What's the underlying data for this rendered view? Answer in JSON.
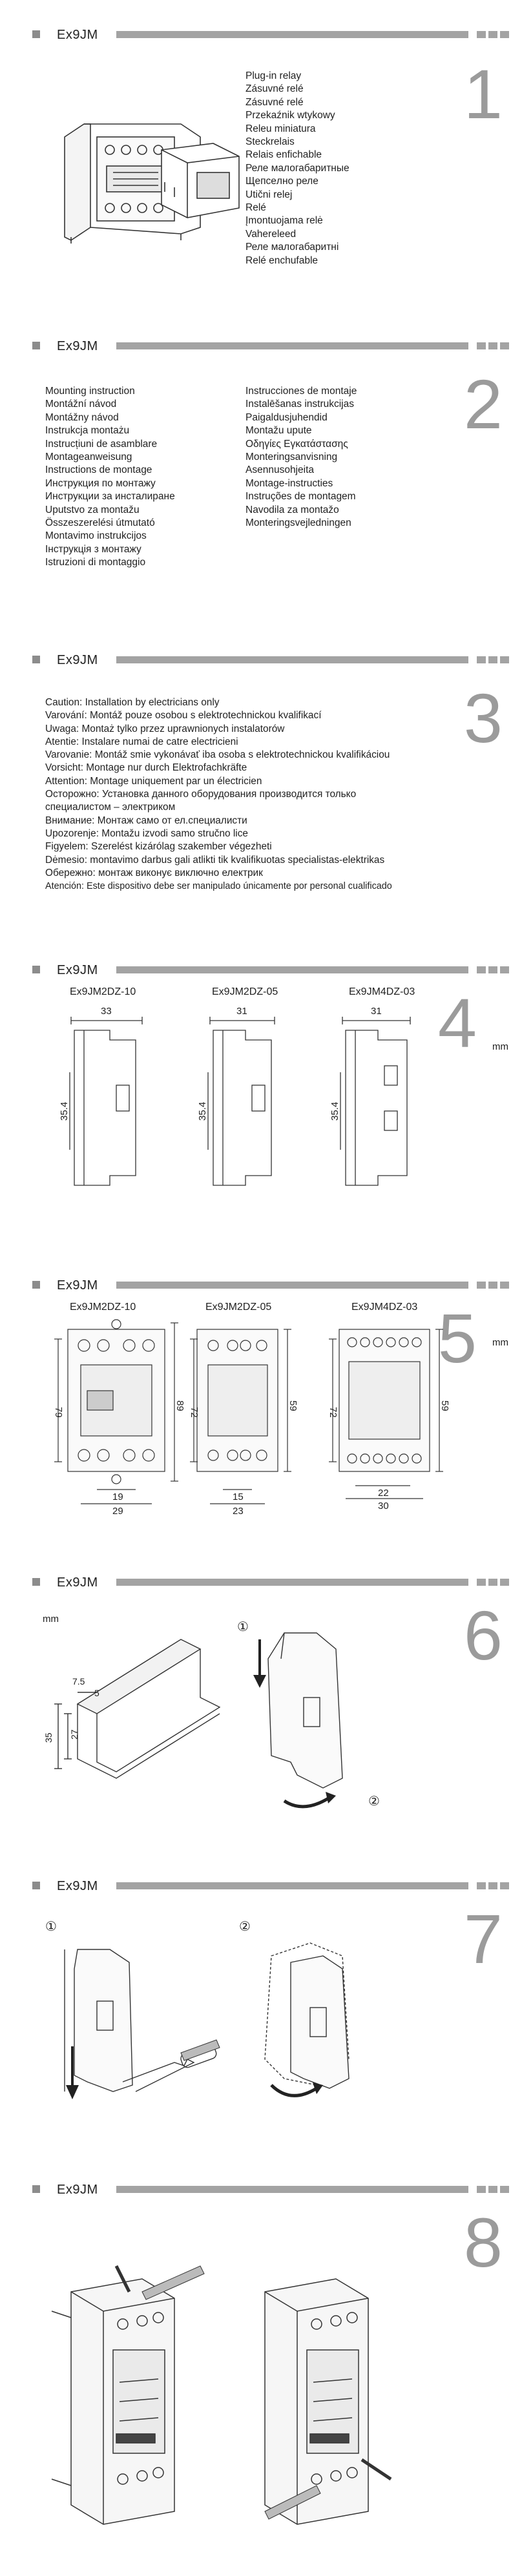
{
  "model": "Ex9JM",
  "sections": [
    {
      "number": "1"
    },
    {
      "number": "2"
    },
    {
      "number": "3"
    },
    {
      "number": "4"
    },
    {
      "number": "5"
    },
    {
      "number": "6"
    },
    {
      "number": "7"
    },
    {
      "number": "8"
    }
  ],
  "product_names": [
    "Plug-in relay",
    "Zásuvné relé",
    "Zásuvné relé",
    "Przekaźnik wtykowy",
    "Releu miniatura",
    "Steckrelais",
    "Relais enfichable",
    "Реле малогабаритные",
    "Щепсeлно реле",
    "Utični relej",
    "Relé",
    "Įmontuojama relė",
    "Vahereleed",
    "Реле малогабаритні",
    "Relé enchufable"
  ],
  "mounting_left": [
    "Mounting instruction",
    "Montážní návod",
    "Montážny návod",
    "Instrukcja montażu",
    "Instrucțiuni de asamblare",
    "Montageanweisung",
    "Instructions de montage",
    "Инструкция по монтажу",
    "Инструкции за инсталиране",
    "Uputstvo za montažu",
    "Összeszerelési útmutató",
    "Montavimo instrukcijos",
    "Інструкція з монтажу",
    "Istruzioni di montaggio"
  ],
  "mounting_right": [
    "Instrucciones de montaje",
    "Instalēšanas instrukcijas",
    "Paigaldusjuhendid",
    "Montažu upute",
    "Οδηγίες Εγκατάστασης",
    "Monteringsanvisning",
    "Asennusohjeita",
    "Montage-instructies",
    "Instruções de montagem",
    "Navodila za montažo",
    "Monteringsvejledningen"
  ],
  "caution": [
    "Caution: Installation by electricians only",
    "Varování: Montáž pouze osobou s elektrotechnickou kvalifikací",
    "Uwaga: Montaż tylko przez uprawnionych instalatorów",
    "Atentie: Instalare numai de catre electricieni",
    "Varovanie: Montáž smie vykonávať iba osoba s elektrotechnickou kvalifikáciou",
    "Vorsicht: Montage nur durch Elektrofachkräfte",
    "Attention: Montage uniquement par un électricien",
    "Осторожно: Установка данного оборудования производится только",
    "специалистом – электриком",
    "Внимание: Монтаж само от ел.специалисти",
    "Upozorenje: Montažu izvodi samo stručno lice",
    "Figyelem: Szerelést kizárólag szakember végezheti",
    "Dėmesio: montavimo darbus gali atlikti tik kvalifikuotas specialistas-elektrikas",
    "Обережно: монтаж виконує виключно електрик",
    "Atención: Este dispositivo debe ser manipulado únicamente por personal cualificado"
  ],
  "relay_models": [
    "Ex9JM2DZ-10",
    "Ex9JM2DZ-05",
    "Ex9JM4DZ-03"
  ],
  "unit_mm": "mm",
  "dims4": {
    "w1": "33",
    "w2": "31",
    "w3": "31",
    "h1": "35.4",
    "h2": "35.4",
    "h3": "35.4"
  },
  "dims5": {
    "a_h_in": "79",
    "a_h_out": "89",
    "a_w_in": "19",
    "a_w_out": "29",
    "b_h_in": "72",
    "b_h_out": "59",
    "b_w_in": "15",
    "b_w_out": "23",
    "c_h_in": "72",
    "c_h_out": "59",
    "c_w_in": "22",
    "c_w_out": "30"
  },
  "dims6": {
    "d1": "7.5",
    "d2": "5",
    "h1": "35",
    "h2": "27"
  },
  "steps": {
    "one": "①",
    "two": "②"
  }
}
